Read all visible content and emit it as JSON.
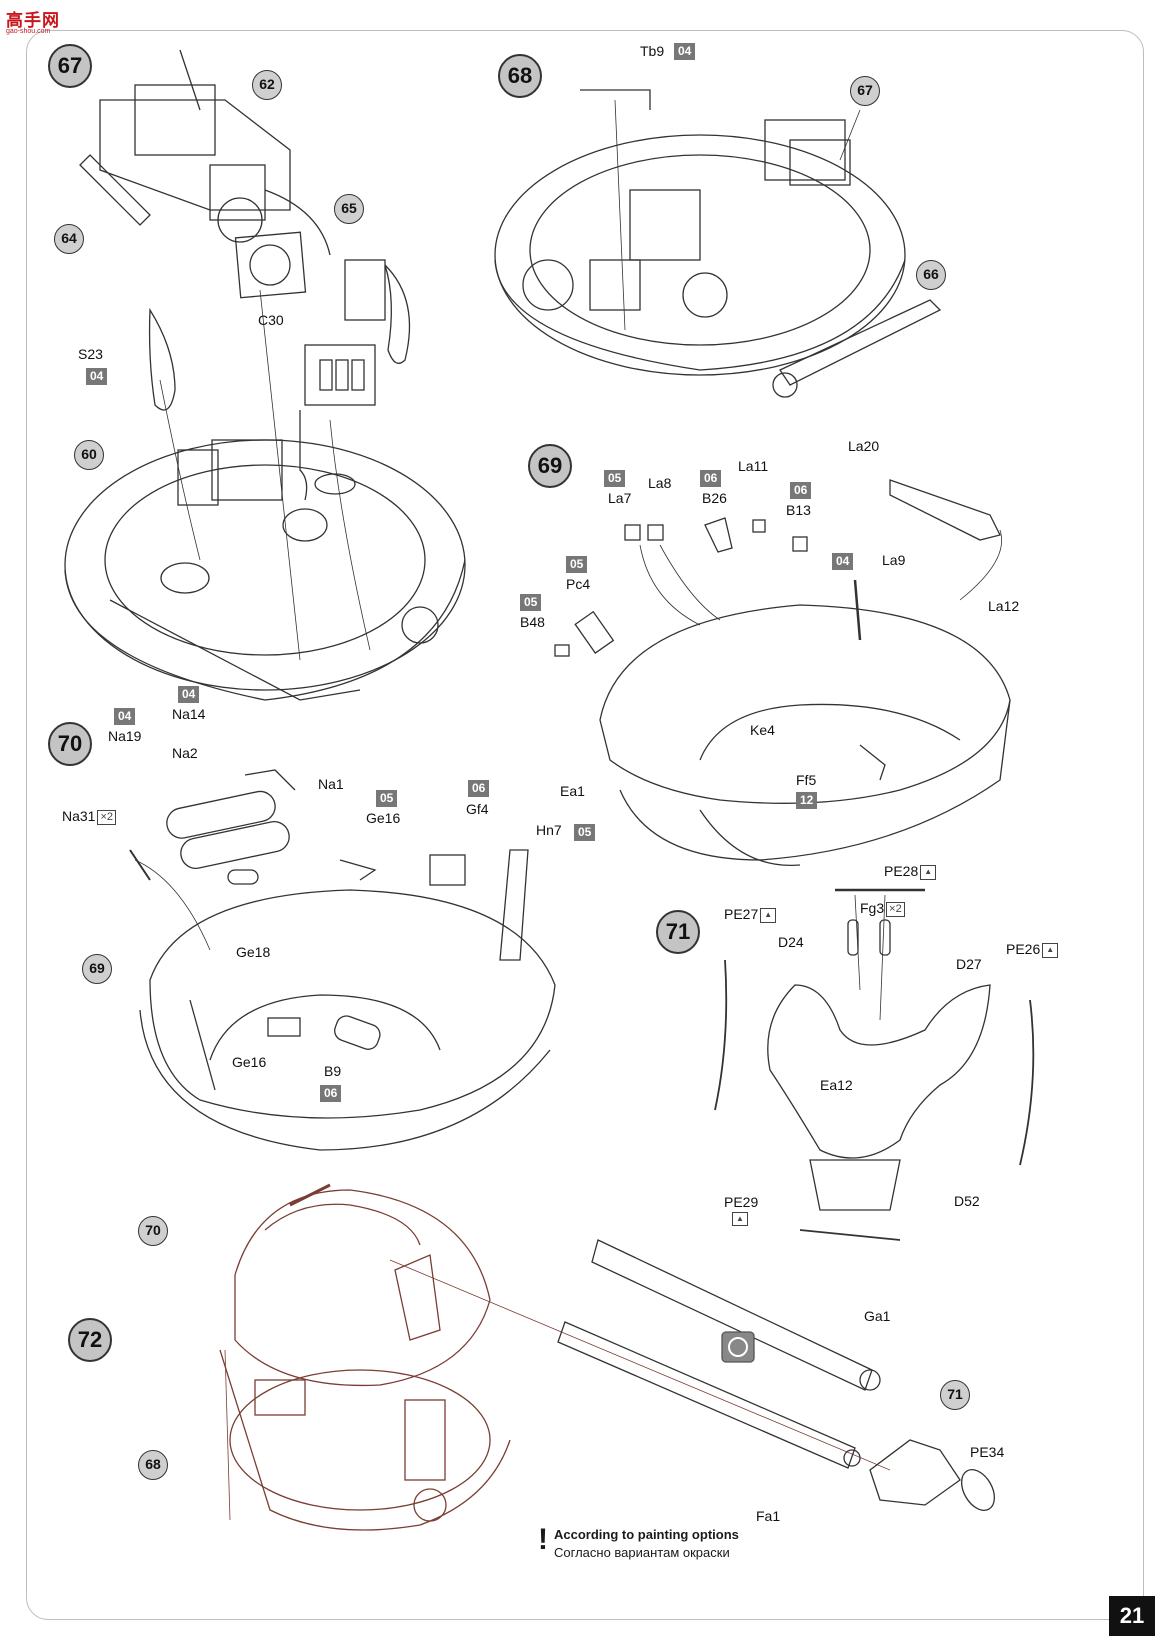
{
  "logo": {
    "chars": "高手网",
    "sub": "gao-shou.com"
  },
  "page_number": "21",
  "note": {
    "mark": "!",
    "en": "According to painting options",
    "ru": "Согласно вариантам окраски"
  },
  "steps": {
    "s67": "67",
    "s68": "68",
    "s69": "69",
    "s70": "70",
    "s71": "71",
    "s72": "72"
  },
  "refs": {
    "r62": "62",
    "r64": "64",
    "r65": "65",
    "r60": "60",
    "r67": "67",
    "r66": "66",
    "r69": "69",
    "r70": "70",
    "r68": "68",
    "r71": "71"
  },
  "labels": {
    "c30": "C30",
    "s23": "S23",
    "tb9": "Tb9",
    "la7": "La7",
    "la8": "La8",
    "b26": "B26",
    "la11": "La11",
    "b13": "B13",
    "la20": "La20",
    "la9": "La9",
    "la12": "La12",
    "pc4": "Pc4",
    "b48": "B48",
    "ke4": "Ke4",
    "ea1": "Ea1",
    "ff5": "Ff5",
    "na14": "Na14",
    "na19": "Na19",
    "na2": "Na2",
    "na1": "Na1",
    "na31": "Na31",
    "ge16a": "Ge16",
    "gf4": "Gf4",
    "hn7": "Hn7",
    "ge18": "Ge18",
    "ge16b": "Ge16",
    "b9": "B9",
    "pe28": "PE28",
    "pe27": "PE27",
    "fg3": "Fg3",
    "d24": "D24",
    "d27": "D27",
    "pe26": "PE26",
    "ea12": "Ea12",
    "d52": "D52",
    "pe29": "PE29",
    "ga1": "Ga1",
    "fa1": "Fa1",
    "pe34": "PE34"
  },
  "paint_boxes": {
    "s23": "04",
    "tb9": "04",
    "la7": "05",
    "b26": "06",
    "b13": "06",
    "la9": "04",
    "pc4": "05",
    "b48": "05",
    "ff5": "12",
    "na14": "04",
    "na19": "04",
    "ge16": "05",
    "gf4": "06",
    "hn7": "05",
    "b9": "06"
  },
  "multipliers": {
    "na31": "2",
    "fg3": "2"
  }
}
